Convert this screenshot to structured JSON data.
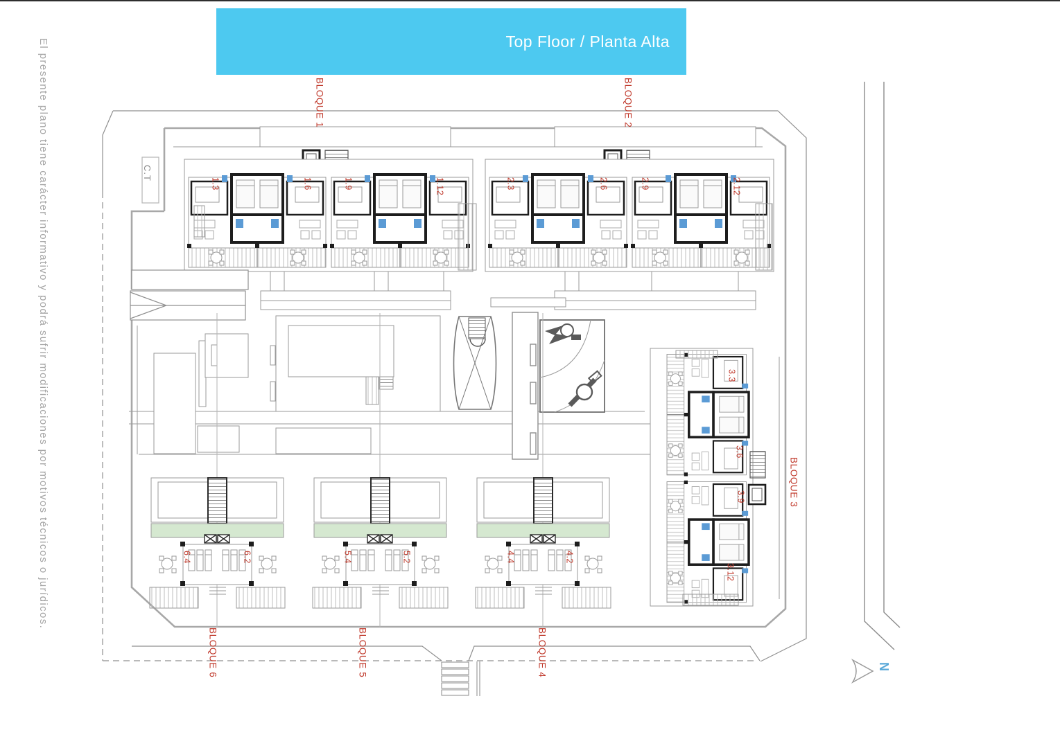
{
  "banner": {
    "title": "Top Floor / Planta Alta",
    "bg": "#4dc9f0"
  },
  "disclaimer": "El presente plano tiene carácter informativo y podrá sufrir modificaciones por motivos técnicos o jurídicos.",
  "plan": {
    "ct_label": "C.T",
    "north_label": "N",
    "colors": {
      "label_red": "#c0392b",
      "line_gray": "#9a9a9a",
      "wall_dark": "#1d1d1d",
      "fixture_blue": "#5b9bd5",
      "terrace_green": "#d5e8d0",
      "north_blue": "#58a8d8",
      "banner_cyan": "#4dc9f0"
    },
    "blocks": [
      {
        "id": "bloque-1",
        "label": "BLOQUE 1"
      },
      {
        "id": "bloque-2",
        "label": "BLOQUE 2"
      },
      {
        "id": "bloque-3",
        "label": "BLOQUE 3"
      },
      {
        "id": "bloque-4",
        "label": "BLOQUE 4"
      },
      {
        "id": "bloque-5",
        "label": "BLOQUE 5"
      },
      {
        "id": "bloque-6",
        "label": "BLOQUE 6"
      }
    ],
    "units": [
      {
        "label": "1.3"
      },
      {
        "label": "1.6"
      },
      {
        "label": "1.9"
      },
      {
        "label": "1.12"
      },
      {
        "label": "2.3"
      },
      {
        "label": "2.6"
      },
      {
        "label": "2.9"
      },
      {
        "label": "2.12"
      },
      {
        "label": "3.3"
      },
      {
        "label": "3.6"
      },
      {
        "label": "3.9"
      },
      {
        "label": "3.12"
      },
      {
        "label": "4.4"
      },
      {
        "label": "4.2"
      },
      {
        "label": "5.4"
      },
      {
        "label": "5.2"
      },
      {
        "label": "6.4"
      },
      {
        "label": "6.2"
      }
    ]
  }
}
